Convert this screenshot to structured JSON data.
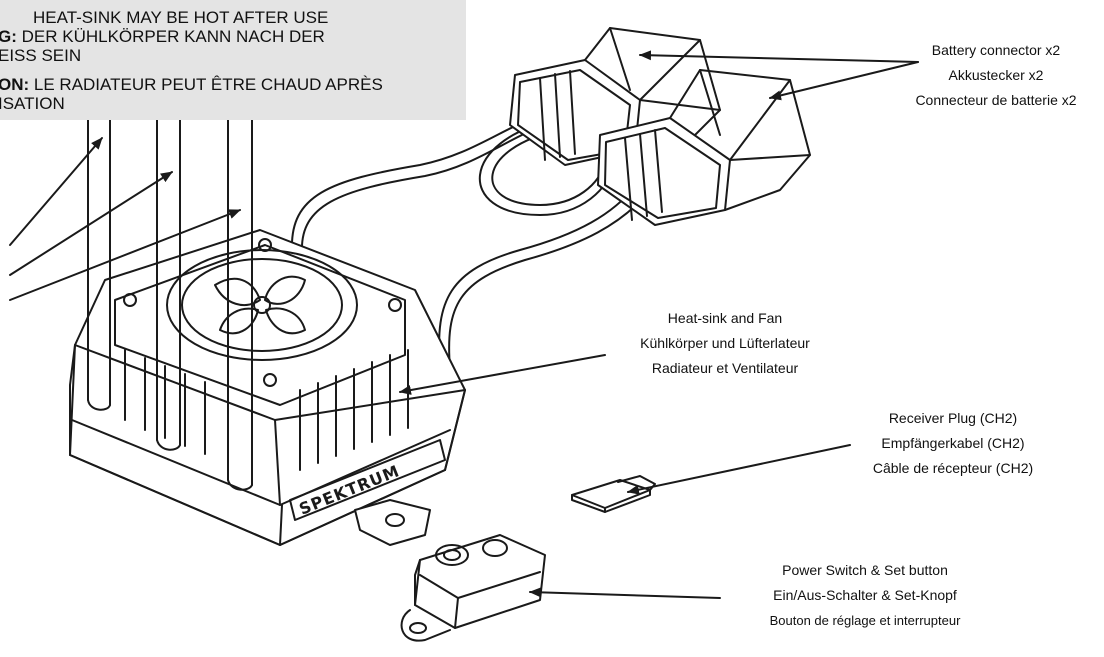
{
  "warning": {
    "line1": "HEAT-SINK MAY BE HOT AFTER USE",
    "line2_prefix": "G:",
    "line2_text": " DER KÜHLKÖRPER KANN NACH DER",
    "line3": "EISS SEIN",
    "line4_prefix": "ON:",
    "line4_text": " LE RADIATEUR PEUT ÊTRE CHAUD APRÈS",
    "line5": "ISATION"
  },
  "labels": {
    "battery": {
      "en": "Battery connector x2",
      "de": "Akkustecker x2",
      "fr": "Connecteur de batterie x2"
    },
    "heatsink": {
      "en": "Heat-sink and Fan",
      "de": "Kühlkörper und Lüfterlateur",
      "fr": "Radiateur et Ventilateur"
    },
    "receiver": {
      "en": "Receiver Plug (CH2)",
      "de": "Empfängerkabel (CH2)",
      "fr": "Câble de récepteur (CH2)"
    },
    "power": {
      "en": "Power Switch & Set button",
      "de": "Ein/Aus-Schalter & Set-Knopf",
      "fr": "Bouton de réglage et interrupteur"
    }
  },
  "brand": "SPEKTRUM",
  "colors": {
    "line": "#1a1a1a",
    "warning_bg": "#e4e4e4",
    "paper": "#ffffff"
  }
}
